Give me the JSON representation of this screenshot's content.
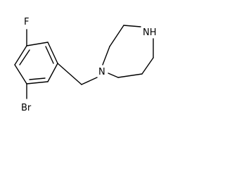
{
  "molecule": {
    "atoms": {
      "fluorine": "F",
      "bromine": "Br",
      "ring_nitrogen_tertiary": "N",
      "ring_nitrogen_secondary": "NH"
    }
  },
  "colors": {
    "bond": "#000000",
    "label": "#000000",
    "background": "#ffffff"
  }
}
